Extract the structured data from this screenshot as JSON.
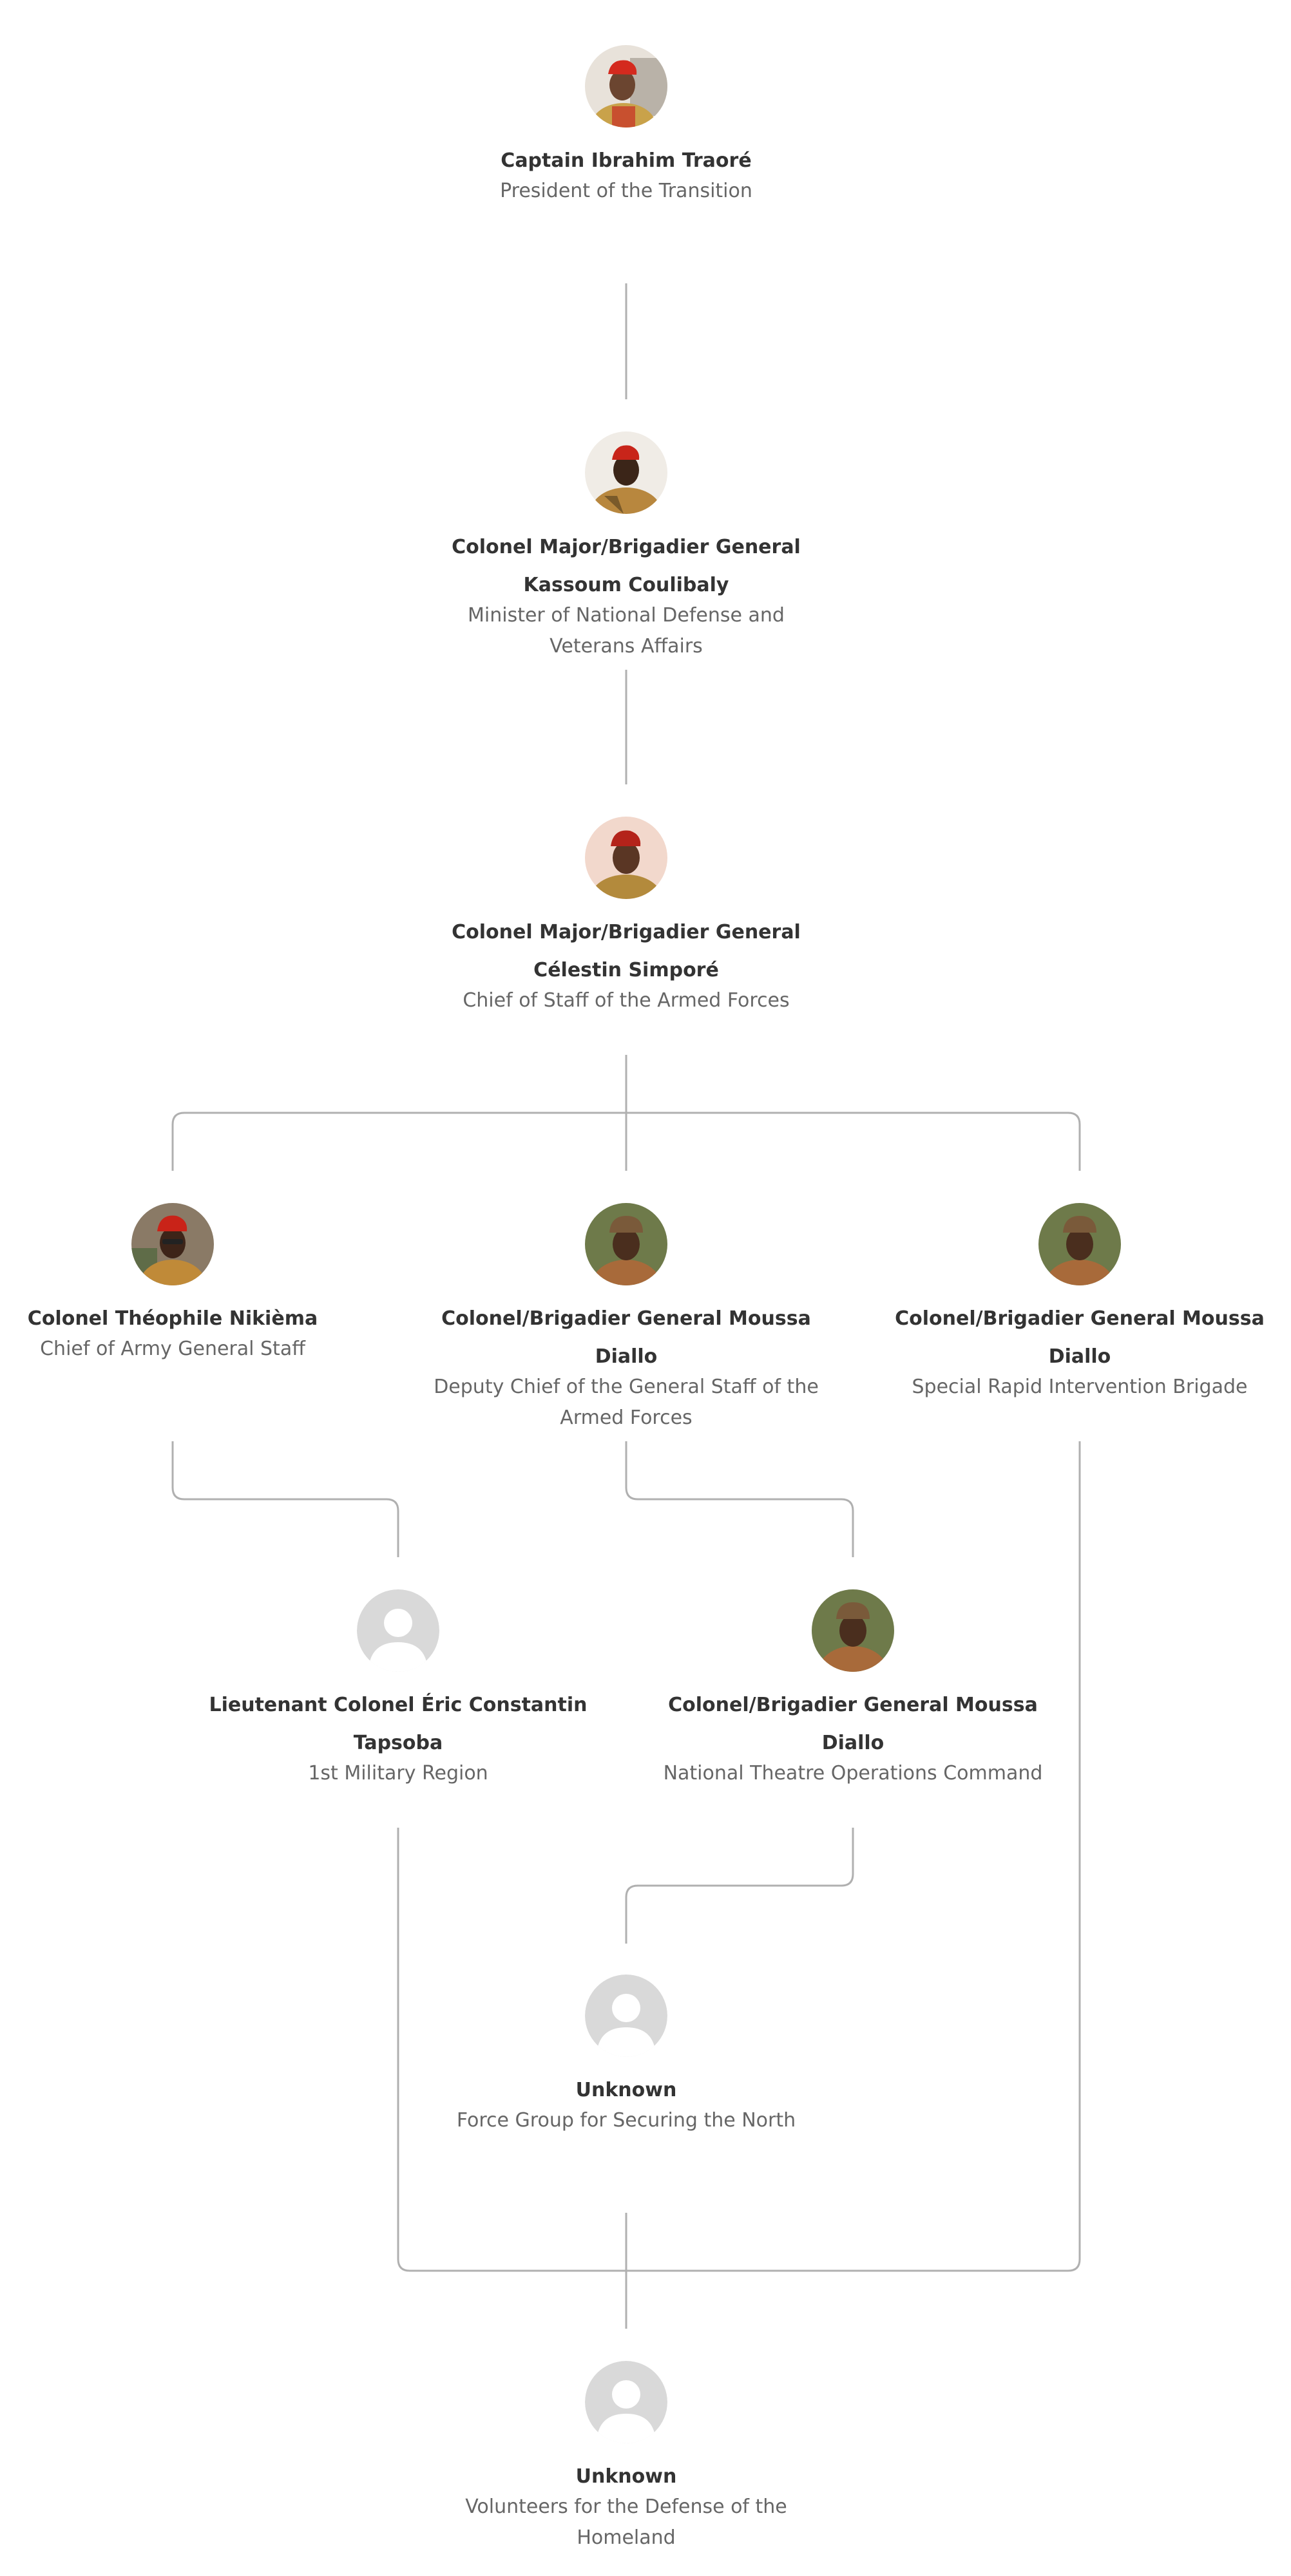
{
  "colors": {
    "connector": "#b0b0b0",
    "name_text": "#333333",
    "role_text": "#666666",
    "placeholder_avatar": "#d9d9d9"
  },
  "nodes": {
    "traore": {
      "name": "Captain Ibrahim Traoré",
      "role": "President of the Transition",
      "avatar": "photo-portrait"
    },
    "coulibaly": {
      "name_line1": "Colonel Major/Brigadier General",
      "name_line2": "Kassoum Coulibaly",
      "role_line1": "Minister of National Defense and",
      "role_line2": "Veterans Affairs",
      "avatar": "photo-portrait"
    },
    "simpore": {
      "name_line1": "Colonel Major/Brigadier General",
      "name_line2": "Célestin Simporé",
      "role": "Chief of Staff of the Armed Forces",
      "avatar": "photo-portrait"
    },
    "nikiema": {
      "name": "Colonel Théophile Nikièma",
      "role": "Chief of Army General Staff",
      "avatar": "photo-portrait"
    },
    "diallo_deputy": {
      "name_line1": "Colonel/Brigadier General Moussa",
      "name_line2": "Diallo",
      "role_line1": "Deputy Chief of the General Staff of the",
      "role_line2": "Armed Forces",
      "avatar": "photo-portrait"
    },
    "diallo_special": {
      "name_line1": "Colonel/Brigadier General Moussa",
      "name_line2": "Diallo",
      "role": "Special Rapid Intervention Brigade",
      "avatar": "photo-portrait"
    },
    "tapsoba": {
      "name_line1": "Lieutenant Colonel Éric Constantin",
      "name_line2": "Tapsoba",
      "role": "1st Military Region",
      "avatar": "user-placeholder-icon"
    },
    "diallo_theatre": {
      "name_line1": "Colonel/Brigadier General Moussa",
      "name_line2": "Diallo",
      "role": "National Theatre Operations Command",
      "avatar": "photo-portrait"
    },
    "unknown_north": {
      "name": "Unknown",
      "role": "Force Group for Securing the North",
      "avatar": "user-placeholder-icon"
    },
    "unknown_volunteers": {
      "name": "Unknown",
      "role_line1": "Volunteers for the Defense of the",
      "role_line2": "Homeland",
      "avatar": "user-placeholder-icon"
    }
  }
}
